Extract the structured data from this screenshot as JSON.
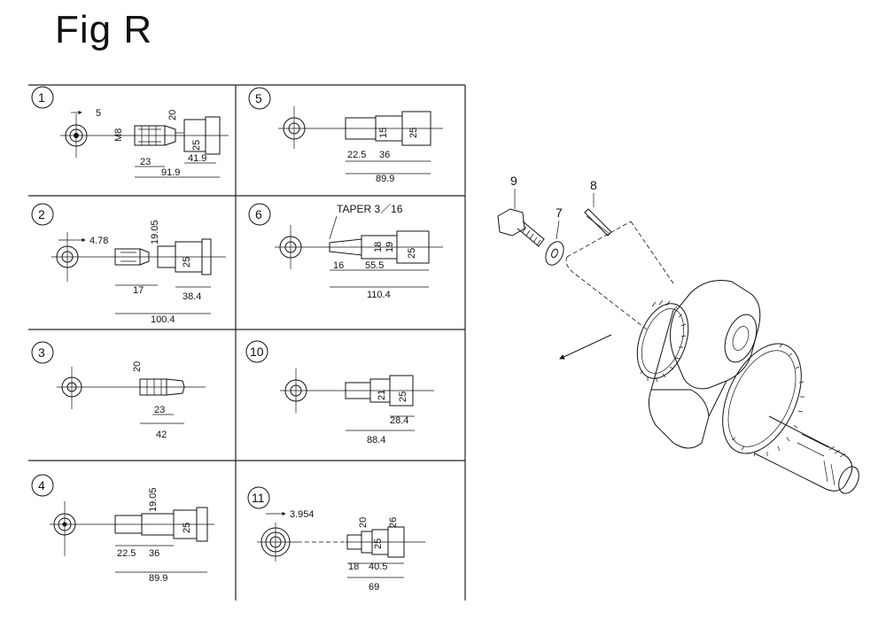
{
  "title": "Fig R",
  "panels": [
    {
      "number": "1",
      "dims": [
        "5",
        "M8",
        "20",
        "25",
        "23",
        "41.9",
        "91.9"
      ]
    },
    {
      "number": "5",
      "dims": [
        "15",
        "25",
        "22.5",
        "36",
        "89.9"
      ]
    },
    {
      "number": "2",
      "dims": [
        "4.78",
        "19.05",
        "25",
        "17",
        "38.4",
        "100.4"
      ]
    },
    {
      "number": "6",
      "taper": "TAPER 3／16",
      "dims": [
        "18",
        "19",
        "25",
        "16",
        "55.5",
        "110.4"
      ]
    },
    {
      "number": "3",
      "dims": [
        "20",
        "23",
        "42"
      ]
    },
    {
      "number": "10",
      "dims": [
        "21",
        "25",
        "28.4",
        "88.4"
      ]
    },
    {
      "number": "4",
      "dims": [
        "19.05",
        "25",
        "22.5",
        "36",
        "89.9"
      ]
    },
    {
      "number": "11",
      "dims": [
        "3.954",
        "20",
        "26",
        "25",
        "18",
        "40.5",
        "69"
      ]
    }
  ],
  "exploded_view": {
    "callouts": [
      "9",
      "7",
      "8"
    ]
  }
}
